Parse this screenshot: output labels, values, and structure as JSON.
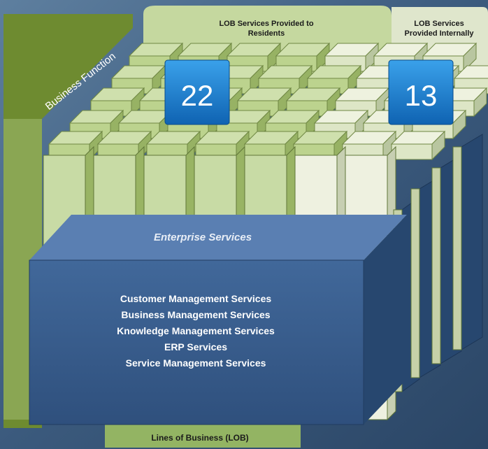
{
  "labels": {
    "business_function": "Business Function",
    "lob_residents": [
      "LOB Services Provided to",
      "Residents"
    ],
    "lob_internal": [
      "LOB Services",
      "Provided Internally"
    ],
    "lines_of_business": "Lines of Business (LOB)"
  },
  "badges": {
    "residents_count": "22",
    "internal_count": "13"
  },
  "enterprise_services": {
    "title": "Enterprise Services",
    "items": [
      "Customer Management Services",
      "Business Management Services",
      "Knowledge Management Services",
      "ERP Services",
      "Service Management Services"
    ]
  },
  "colors": {
    "background": "#2f4b6e",
    "green_panel": "#c7d9a4",
    "business_function_band": "#6f8a32",
    "enterprise_box": "#3a5f8e",
    "badge": "#1577c9"
  }
}
